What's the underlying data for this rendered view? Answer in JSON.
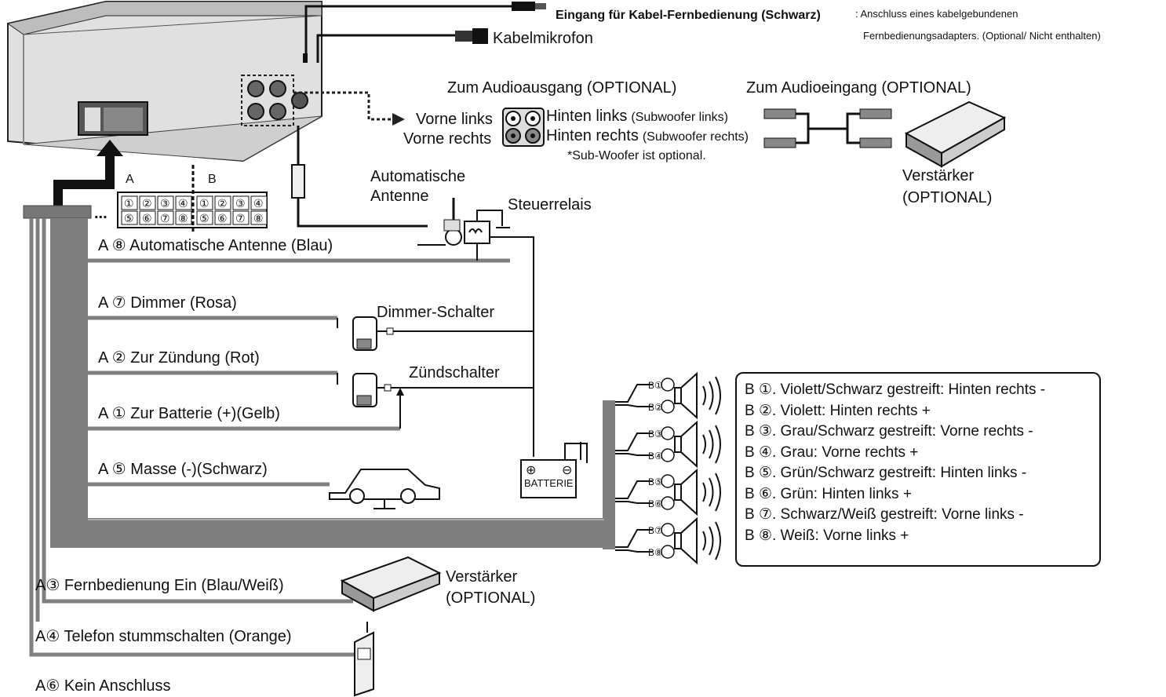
{
  "header": {
    "remote_input_bold": "Eingang für Kabel-Fernbedienung (Schwarz)",
    "remote_input_desc1": ": Anschluss eines kabelgebundenen",
    "remote_input_desc2": "Fernbedienungsadapters. (Optional/ Nicht enthalten)",
    "wired_mic": "Kabelmikrofon"
  },
  "audio_out": {
    "title": "Zum Audioausgang (OPTIONAL)",
    "front_left": "Vorne links",
    "front_right": "Vorne rechts",
    "rear_left": "Hinten links",
    "rear_left_note": "(Subwoofer links)",
    "rear_right": "Hinten rechts",
    "rear_right_note": "(Subwoofer rechts)",
    "sub_note": "*Sub-Woofer ist optional."
  },
  "audio_in": {
    "title": "Zum Audioeingang (OPTIONAL)"
  },
  "amplifier_top": {
    "line1": "Verstärker",
    "line2": "(OPTIONAL)"
  },
  "connector": {
    "label_a": "A",
    "label_b": "B",
    "pins_top": [
      "①",
      "②",
      "③",
      "④",
      "①",
      "②",
      "③",
      "④"
    ],
    "pins_bottom": [
      "⑤",
      "⑥",
      "⑦",
      "⑧",
      "⑤",
      "⑥",
      "⑦",
      "⑧"
    ],
    "dots": "..."
  },
  "antenna": {
    "line1": "Automatische",
    "line2": "Antenne"
  },
  "relay": "Steuerrelais",
  "wires": [
    {
      "id": "A8",
      "label": "A ⑧  Automatische Antenne (Blau)"
    },
    {
      "id": "A7",
      "label": "A ⑦  Dimmer (Rosa)"
    },
    {
      "id": "A2",
      "label": "A ②  Zur Zündung (Rot)"
    },
    {
      "id": "A1",
      "label": "A ①  Zur Batterie (+)(Gelb)"
    },
    {
      "id": "A5",
      "label": "A ⑤   Masse (-)(Schwarz)"
    }
  ],
  "dimmer_switch": "Dimmer-Schalter",
  "ignition_switch": "Zündschalter",
  "battery": {
    "label": "BATTERIE",
    "plus": "⊕",
    "minus": "⊖"
  },
  "speaker_pins": [
    "B①",
    "B②",
    "B③",
    "B④",
    "B⑤",
    "B⑥",
    "B⑦",
    "B⑧"
  ],
  "legend": [
    "B ①. Violett/Schwarz gestreift: Hinten rechts -",
    "B ②. Violett: Hinten rechts +",
    "B ③. Grau/Schwarz gestreift: Vorne rechts -",
    "B ④. Grau: Vorne rechts +",
    "B ⑤. Grün/Schwarz gestreift: Hinten links -",
    "B ⑥. Grün: Hinten links +",
    "B ⑦. Schwarz/Weiß gestreift: Vorne links -",
    "B ⑧. Weiß: Vorne links +"
  ],
  "bottom_wires": [
    {
      "id": "A3",
      "label": "A③ Fernbedienung Ein (Blau/Weiß)"
    },
    {
      "id": "A4",
      "label": "A④ Telefon stummschalten (Orange)"
    },
    {
      "id": "A6",
      "label": "A⑥ Kein Anschluss"
    }
  ],
  "amplifier_bottom": {
    "line1": "Verstärker",
    "line2": "(OPTIONAL)"
  }
}
